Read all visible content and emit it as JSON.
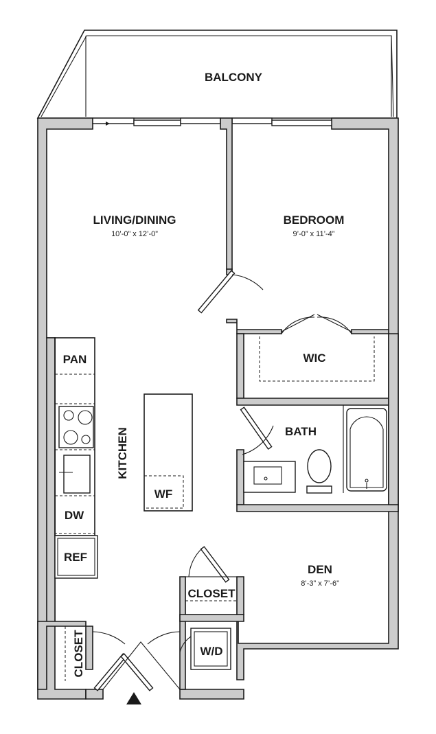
{
  "rooms": {
    "balcony": {
      "label": "BALCONY"
    },
    "living_dining": {
      "label": "LIVING/DINING",
      "dimensions": "10’-0” x 12’-0”"
    },
    "bedroom": {
      "label": "BEDROOM",
      "dimensions": "9’-0” x 11’-4”"
    },
    "wic": {
      "label": "WIC"
    },
    "bath": {
      "label": "BATH"
    },
    "kitchen": {
      "label": "KITCHEN"
    },
    "den": {
      "label": "DEN",
      "dimensions": "8’-3” x 7’-6”"
    }
  },
  "fixtures": {
    "pantry": "PAN",
    "dishwasher": "DW",
    "refrigerator": "REF",
    "water_filter": "WF",
    "washer_dryer": "W/D",
    "den_closet": "CLOSET",
    "entry_closet": "CLOSET"
  },
  "colors": {
    "wall": "#cccccc",
    "line": "#1a1a1a",
    "background": "#ffffff"
  },
  "icons": {
    "entry": "entry-arrow-icon"
  }
}
